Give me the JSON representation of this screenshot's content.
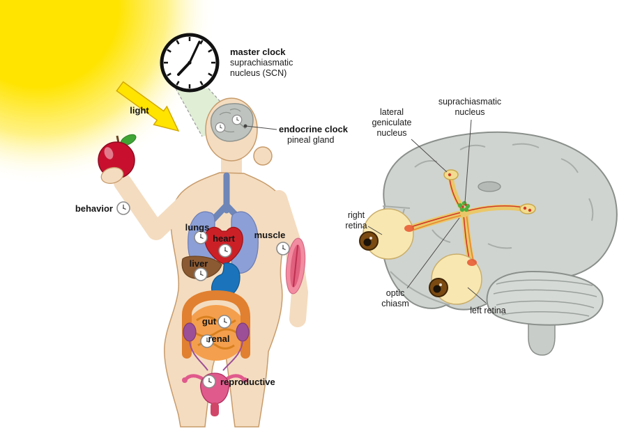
{
  "left": {
    "light_label": "light",
    "master_clock": {
      "title": "master clock",
      "line2": "suprachiasmatic",
      "line3": "nucleus (SCN)"
    },
    "endocrine": {
      "title": "endocrine clock",
      "line2": "pineal gland"
    },
    "organs": {
      "behavior": "behavior",
      "lungs": "lungs",
      "heart": "heart",
      "liver": "liver",
      "muscle": "muscle",
      "gut": "gut",
      "renal": "renal",
      "reproductive": "reproductive"
    }
  },
  "right": {
    "lgn": {
      "line1": "lateral",
      "line2": "geniculate",
      "line3": "nucleus"
    },
    "scn": {
      "line1": "suprachiasmatic",
      "line2": "nucleus"
    },
    "right_retina": {
      "line1": "right",
      "line2": "retina"
    },
    "optic_chiasm": {
      "line1": "optic",
      "line2": "chiasm"
    },
    "left_retina": "left retina"
  },
  "colors": {
    "sun": "#FFE400",
    "skin": "#F4DCC0",
    "outline": "#C79B6A",
    "cone": "#CBE2BA",
    "brain_small": "#BEC3BF",
    "lungs": "#8C9FD6",
    "trachea": "#6E86B8",
    "heart": "#CC2027",
    "liver": "#8B5A33",
    "stomach": "#1B74BB",
    "intestine": "#F49F4D",
    "intestine_dark": "#E08030",
    "muscle_outer": "#F28CA0",
    "muscle_inner": "#E0607E",
    "kidney": "#9C4F96",
    "uterus": "#E05A8C",
    "apple": "#C8102E",
    "leaf": "#3FA535",
    "brain": "#D0D4D0",
    "brain_stroke": "#8A8F8B",
    "eye": "#F8E7B0",
    "nerve": "#EAC869",
    "scn_green": "#4CAF3E",
    "accent_red": "#D13A28"
  }
}
